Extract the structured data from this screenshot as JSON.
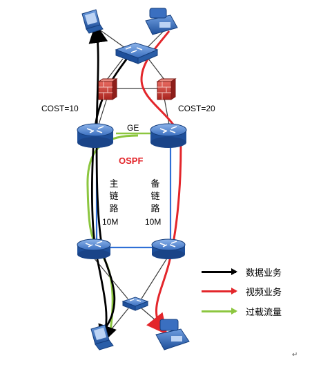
{
  "labels": {
    "cost_left": "COST=10",
    "cost_right": "COST=20",
    "ge": "GE",
    "ospf": "OSPF",
    "primary_chars": [
      "主",
      "链",
      "路"
    ],
    "backup_chars": [
      "备",
      "链",
      "路"
    ],
    "primary_bandwidth": "10M",
    "backup_bandwidth": "10M",
    "paragraph_mark": "↵"
  },
  "legend": [
    {
      "label": "数据业务",
      "color": "#000000"
    },
    {
      "label": "视频业务",
      "color": "#e3262b"
    },
    {
      "label": "过载流量",
      "color": "#8cc63f"
    }
  ],
  "colors": {
    "device_blue": "#2a5ea8",
    "firewall_red": "#c0302b",
    "link_blue": "#2f6fd6",
    "link_gray": "#444444"
  }
}
